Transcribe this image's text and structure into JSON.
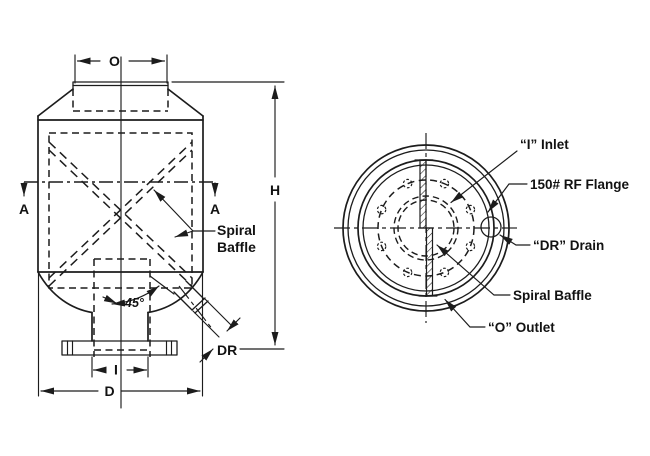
{
  "colors": {
    "ink": "#1c1c1c",
    "background": "#ffffff"
  },
  "side_view": {
    "dim_o": "O",
    "dim_h": "H",
    "dim_d": "D",
    "dim_i": "I",
    "dim_dr": "DR",
    "angle": "45°",
    "section_marker": "A",
    "baffle_line1": "Spiral",
    "baffle_line2": "Baffle"
  },
  "top_view": {
    "label_inlet": "“I” Inlet",
    "label_flange": "150# RF Flange",
    "label_drain": "“DR” Drain",
    "label_baffle": "Spiral Baffle",
    "label_outlet": "“O” Outlet"
  }
}
